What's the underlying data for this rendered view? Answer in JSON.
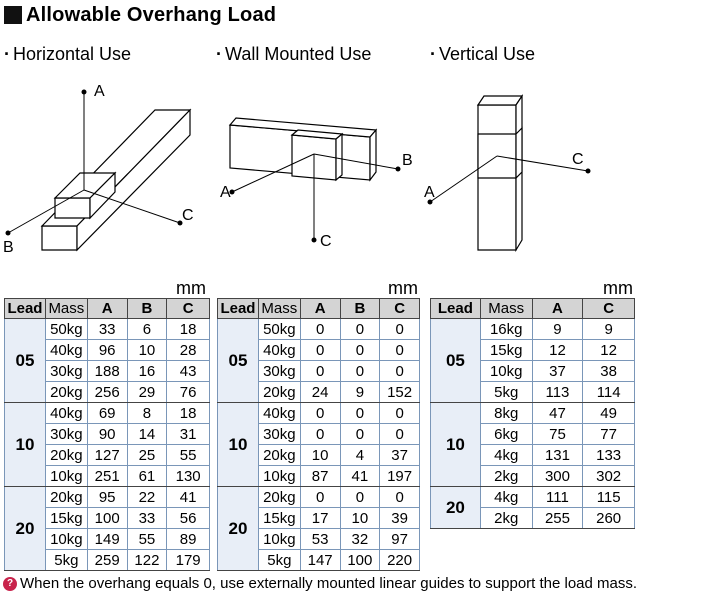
{
  "title": "Allowable Overhang Load",
  "unit": "mm",
  "footnote": "When the overhang equals 0, use externally mounted linear guides to support the load mass.",
  "footnote_icon": "note-icon",
  "sections": [
    {
      "label": "Horizontal Use",
      "axes": [
        "A",
        "B",
        "C"
      ],
      "headers": [
        "Lead",
        "Mass",
        "A",
        "B",
        "C"
      ],
      "groups": [
        {
          "lead": "05",
          "rows": [
            [
              "50kg",
              "33",
              "6",
              "18"
            ],
            [
              "40kg",
              "96",
              "10",
              "28"
            ],
            [
              "30kg",
              "188",
              "16",
              "43"
            ],
            [
              "20kg",
              "256",
              "29",
              "76"
            ]
          ]
        },
        {
          "lead": "10",
          "rows": [
            [
              "40kg",
              "69",
              "8",
              "18"
            ],
            [
              "30kg",
              "90",
              "14",
              "31"
            ],
            [
              "20kg",
              "127",
              "25",
              "55"
            ],
            [
              "10kg",
              "251",
              "61",
              "130"
            ]
          ]
        },
        {
          "lead": "20",
          "rows": [
            [
              "20kg",
              "95",
              "22",
              "41"
            ],
            [
              "15kg",
              "100",
              "33",
              "56"
            ],
            [
              "10kg",
              "149",
              "55",
              "89"
            ],
            [
              "5kg",
              "259",
              "122",
              "179"
            ]
          ]
        }
      ]
    },
    {
      "label": "Wall Mounted Use",
      "axes": [
        "A",
        "B",
        "C"
      ],
      "headers": [
        "Lead",
        "Mass",
        "A",
        "B",
        "C"
      ],
      "groups": [
        {
          "lead": "05",
          "rows": [
            [
              "50kg",
              "0",
              "0",
              "0"
            ],
            [
              "40kg",
              "0",
              "0",
              "0"
            ],
            [
              "30kg",
              "0",
              "0",
              "0"
            ],
            [
              "20kg",
              "24",
              "9",
              "152"
            ]
          ]
        },
        {
          "lead": "10",
          "rows": [
            [
              "40kg",
              "0",
              "0",
              "0"
            ],
            [
              "30kg",
              "0",
              "0",
              "0"
            ],
            [
              "20kg",
              "10",
              "4",
              "37"
            ],
            [
              "10kg",
              "87",
              "41",
              "197"
            ]
          ]
        },
        {
          "lead": "20",
          "rows": [
            [
              "20kg",
              "0",
              "0",
              "0"
            ],
            [
              "15kg",
              "17",
              "10",
              "39"
            ],
            [
              "10kg",
              "53",
              "32",
              "97"
            ],
            [
              "5kg",
              "147",
              "100",
              "220"
            ]
          ]
        }
      ]
    },
    {
      "label": "Vertical Use",
      "axes": [
        "A",
        "C"
      ],
      "headers": [
        "Lead",
        "Mass",
        "A",
        "C"
      ],
      "groups": [
        {
          "lead": "05",
          "rows": [
            [
              "16kg",
              "9",
              "9"
            ],
            [
              "15kg",
              "12",
              "12"
            ],
            [
              "10kg",
              "37",
              "38"
            ],
            [
              "5kg",
              "113",
              "114"
            ]
          ]
        },
        {
          "lead": "10",
          "rows": [
            [
              "8kg",
              "47",
              "49"
            ],
            [
              "6kg",
              "75",
              "77"
            ],
            [
              "4kg",
              "131",
              "133"
            ],
            [
              "2kg",
              "300",
              "302"
            ]
          ]
        },
        {
          "lead": "20",
          "rows": [
            [
              "4kg",
              "111",
              "115"
            ],
            [
              "2kg",
              "255",
              "260"
            ]
          ]
        }
      ]
    }
  ]
}
